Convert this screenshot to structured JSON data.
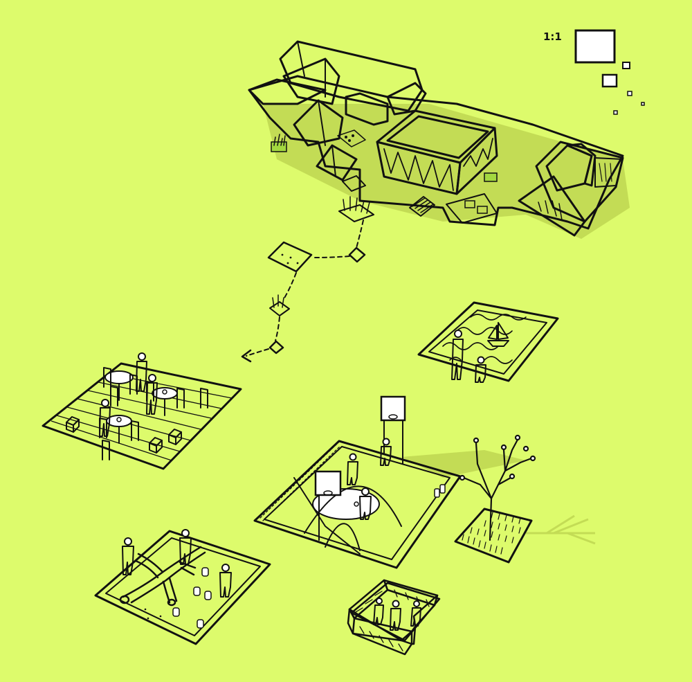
{
  "scale": {
    "label": "1:1"
  },
  "palette": {
    "background": "#ddfb6c",
    "court": "#f79958",
    "water": "#bde0f3",
    "sand": "#f4f486",
    "deck": "#ece6cc",
    "hedge": "#a3d840",
    "ink": "#111111",
    "shadow": "#c3dc55"
  },
  "items": [
    {
      "id": "school-building",
      "icon": "building-complex-icon"
    },
    {
      "id": "path-stepping-stones",
      "icon": "dashed-path-arrow-icon"
    },
    {
      "id": "cafe-deck",
      "icon": "tables-and-chairs-icon"
    },
    {
      "id": "pond-with-boat",
      "icon": "sailboat-icon"
    },
    {
      "id": "basketball-court",
      "icon": "basketball-hoop-icon"
    },
    {
      "id": "tree-on-grass",
      "icon": "tree-icon"
    },
    {
      "id": "sandbox-playground",
      "icon": "fallen-tree-icon"
    },
    {
      "id": "hedge-enclosure",
      "icon": "hedge-icon"
    }
  ]
}
